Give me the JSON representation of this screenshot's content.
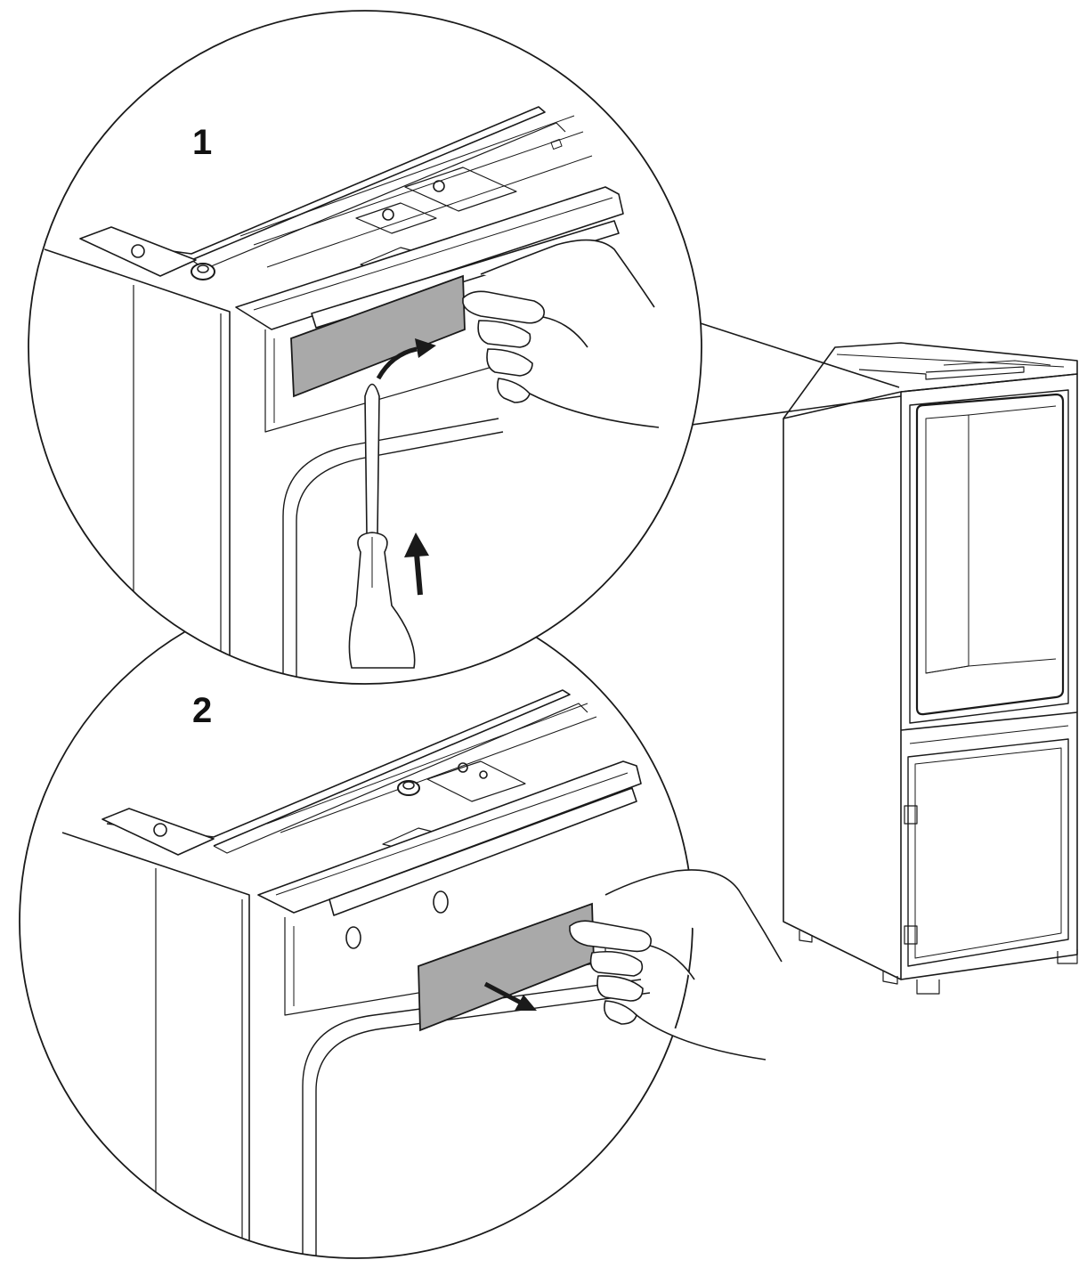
{
  "steps": [
    {
      "number": "1",
      "action": "pry-up-with-screwdriver"
    },
    {
      "number": "2",
      "action": "pull-cover-out"
    }
  ],
  "colors": {
    "line": "#1a1a1a",
    "cover_panel": "#a9a9a9",
    "background": "#ffffff"
  },
  "icons": {
    "tool": "screwdriver-icon",
    "hand": "hand-icon",
    "curved_arrow": "curved-arrow-icon",
    "up_arrow": "up-arrow-icon",
    "out_arrow": "arrow-out-icon"
  }
}
